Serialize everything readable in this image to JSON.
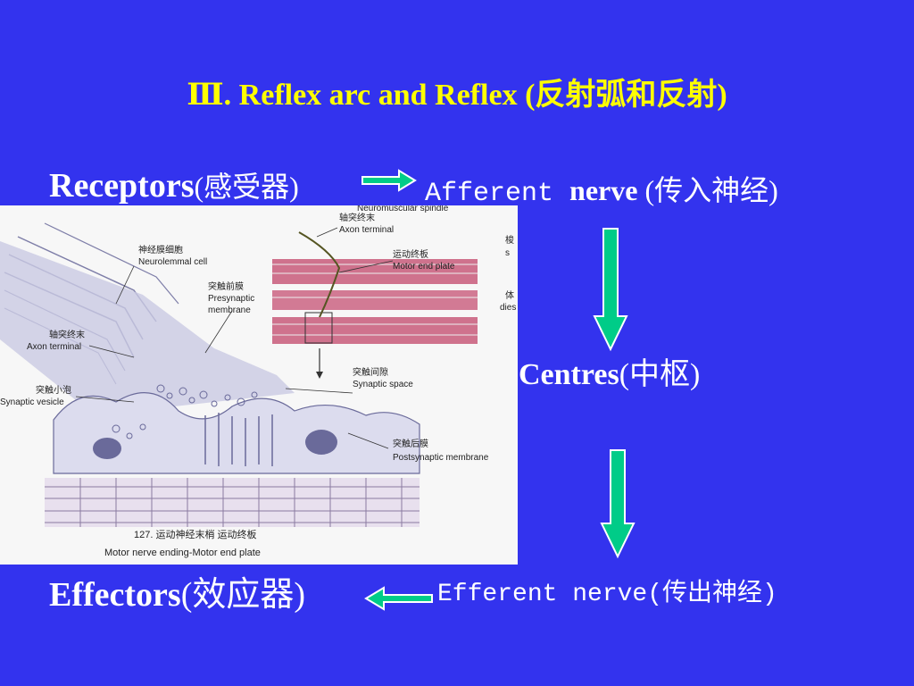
{
  "title": "Ⅲ. Reflex arc and Reflex (反射弧和反射)",
  "receptors": {
    "en": "Receptors",
    "cn": "(感受器)"
  },
  "afferent": {
    "pre": "Afferent ",
    "bold": "nerve",
    "post": " (传入神经)"
  },
  "centres": {
    "en": "Centres",
    "cn": "(中枢)"
  },
  "effectors": {
    "en": "Effectors",
    "cn": "(效应器)"
  },
  "efferent": "Efferent nerve(传出神经)",
  "colors": {
    "background": "#3333ee",
    "title": "#ffff00",
    "text": "#ffffff",
    "arrow_fill": "#00cc88",
    "arrow_stroke": "#ffffff"
  },
  "figure": {
    "labels": {
      "neuromuscular_spindle": "Neuromuscular spindle",
      "axon_terminal_cn_top": "轴突终末",
      "axon_terminal_top": "Axon terminal",
      "neurolemmal_cn": "神经膜细胞",
      "neurolemmal": "Neurolemmal cell",
      "motor_end_plate_cn": "运动终板",
      "motor_end_plate": "Motor end plate",
      "presynaptic_cn": "突触前膜",
      "presynaptic_1": "Presynaptic",
      "presynaptic_2": "membrane",
      "axon_terminal_cn_left": "轴突终末",
      "axon_terminal_left": "Axon terminal",
      "synaptic_space_cn": "突触间隙",
      "synaptic_space": "Synaptic space",
      "synaptic_vesicle_cn": "突触小泡",
      "synaptic_vesicle": "Synaptic vesicle",
      "postsynaptic_cn": "突触后膜",
      "postsynaptic": "Postsynaptic membrane",
      "edge_1": "梭",
      "edge_2": "s",
      "edge_3": "体",
      "edge_4": "dies",
      "caption_cn": "127. 运动神经末梢 运动终板",
      "caption_en": "Motor nerve ending-Motor end plate"
    }
  }
}
